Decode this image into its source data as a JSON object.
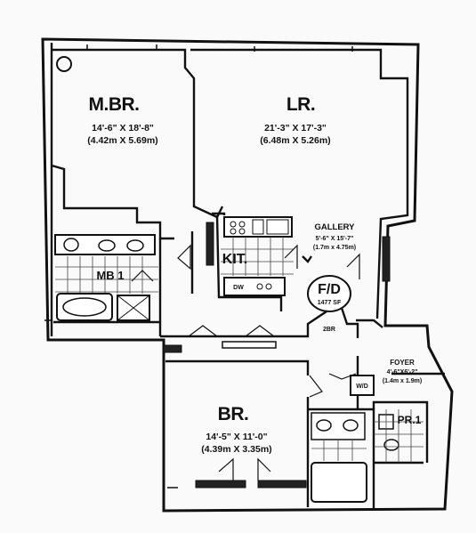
{
  "rooms": {
    "master_bedroom": {
      "name": "M.BR.",
      "dim_ft": "14'-6\" X 18'-8\"",
      "dim_m": "(4.42m X 5.69m)"
    },
    "living_room": {
      "name": "LR.",
      "dim_ft": "21'-3\" X 17'-3\"",
      "dim_m": "(6.48m X 5.26m)"
    },
    "gallery": {
      "name": "GALLERY",
      "dim_ft": "5'-6\" X 15'-7\"",
      "dim_m": "(1.7m x 4.75m)"
    },
    "kitchen": {
      "name": "KIT.",
      "dw": "DW"
    },
    "master_bath": {
      "name": "MB 1"
    },
    "foyer": {
      "name": "FOYER",
      "dim_ft": "4'-6\"X6'-2\"",
      "dim_m": "(1.4m x 1.9m)"
    },
    "bedroom": {
      "name": "BR.",
      "dim_ft": "14'-5\" X 11'-0\"",
      "dim_m": "(4.39m X 3.35m)"
    },
    "powder_room": {
      "name": "PR.1"
    },
    "washer_dryer": {
      "name": "W/D"
    },
    "floor_drain": {
      "name": "F/D",
      "size": "1477 SF"
    },
    "fire_rating": {
      "name": "2BR"
    }
  }
}
